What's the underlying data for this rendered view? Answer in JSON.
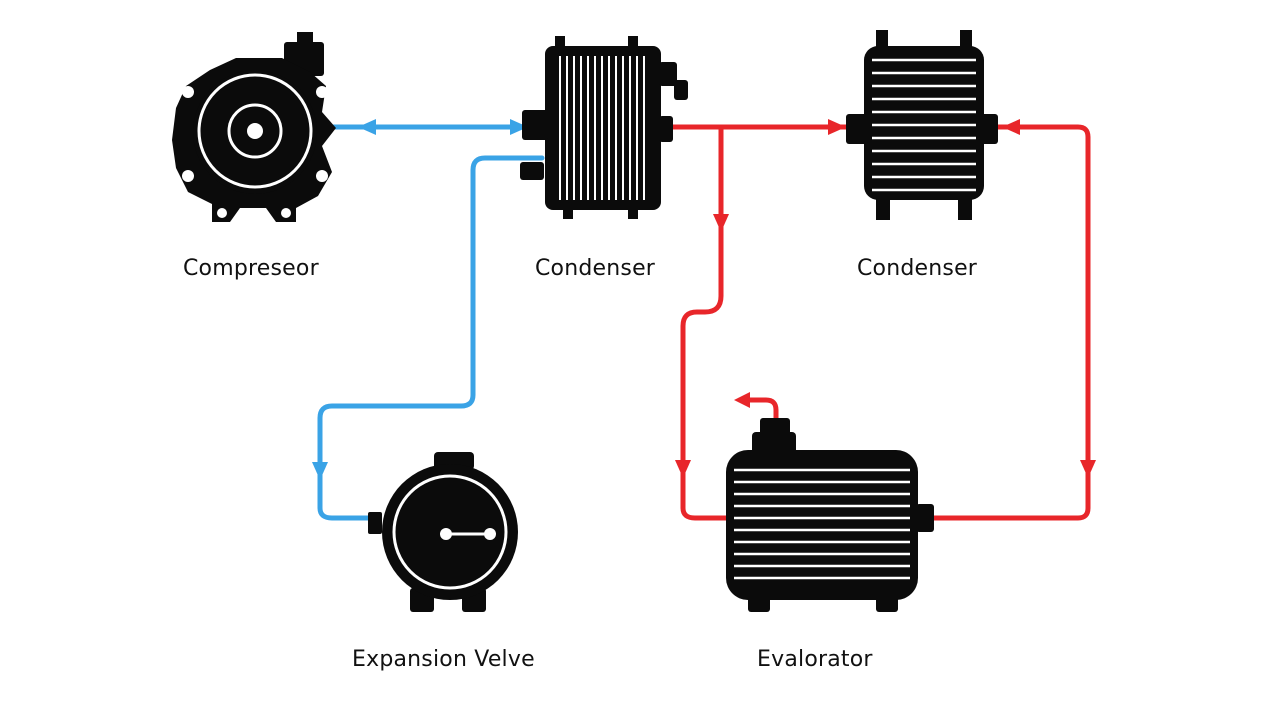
{
  "labels": {
    "compressor": "Compreseor",
    "condenser_1": "Condenser",
    "condenser_2": "Condenser",
    "expansion_valve": "Expansion Velve",
    "evaporator": "Evalorator"
  },
  "colors": {
    "cold_line": "#3aa3e6",
    "hot_line": "#e8262a",
    "component": "#0b0b0b",
    "background": "#ffffff"
  },
  "icons": {
    "compressor": "gear-motor-icon",
    "condenser_1": "grille-radiator-icon",
    "condenser_2": "coil-radiator-icon",
    "expansion_valve": "valve-gauge-icon",
    "evaporator": "ribbed-tank-icon"
  }
}
